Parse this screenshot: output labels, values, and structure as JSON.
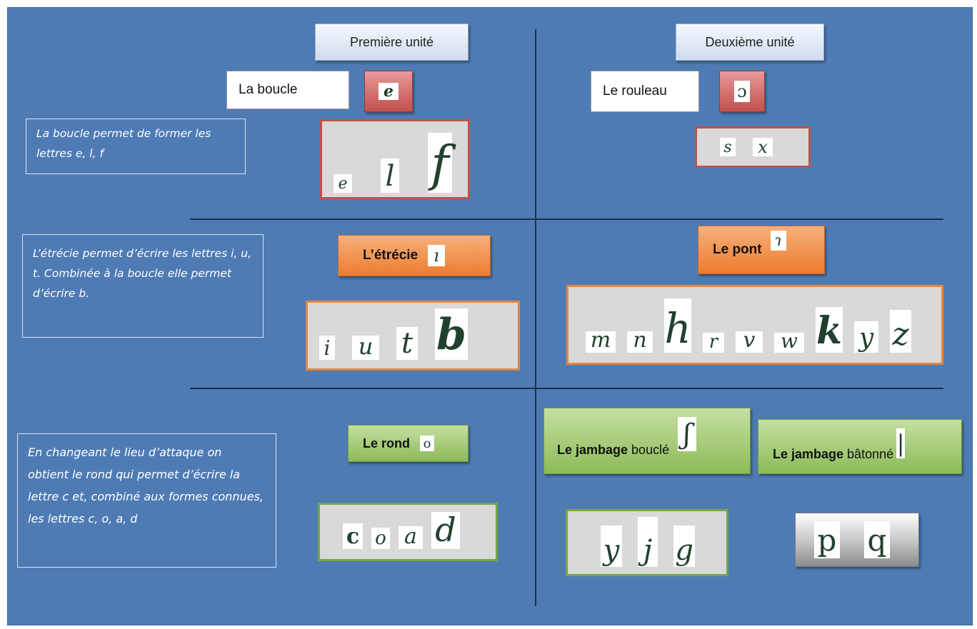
{
  "units": {
    "first": "Première unité",
    "second": "Deuxième unité"
  },
  "boucle": {
    "label": "La boucle",
    "glyph": "e",
    "description": "La boucle permet de former les lettres e, l, f",
    "letters": [
      "e",
      "l",
      "f"
    ]
  },
  "rouleau": {
    "label": "Le rouleau",
    "glyph": "ɔ",
    "letters": [
      "s",
      "x"
    ]
  },
  "etrecie": {
    "label": "L’étrécie",
    "glyph": "ı",
    "description": "L’étrécie permet d’écrire les lettres i, u, t. Combinée à la boucle elle permet d’écrire b.",
    "letters": [
      "i",
      "u",
      "t",
      "b"
    ]
  },
  "pont": {
    "label": "Le pont",
    "glyph": "ɿ",
    "letters": [
      "m",
      "n",
      "h",
      "r",
      "v",
      "w",
      "k",
      "y",
      "z"
    ]
  },
  "rond": {
    "label": "Le rond",
    "glyph": "o",
    "description": "En changeant le lieu d’attaque on obtient le rond qui permet d’écrire la lettre c et, combiné aux formes connues, les lettres c, o, a, d",
    "letters": [
      "c",
      "o",
      "a",
      "d"
    ]
  },
  "jambage_boucle": {
    "bold": "Le jambage",
    "rest": " bouclé",
    "glyph": "ʃ",
    "letters": [
      "y",
      "j",
      "g"
    ]
  },
  "jambage_batonne": {
    "bold": "Le jambage",
    "rest": " bâtonné",
    "glyph": "|",
    "letters": [
      "p",
      "q"
    ]
  },
  "colors": {
    "board": "#4f7bb5",
    "red": "#c0504d",
    "orange": "#ec7c2f",
    "green": "#8cbb57"
  }
}
